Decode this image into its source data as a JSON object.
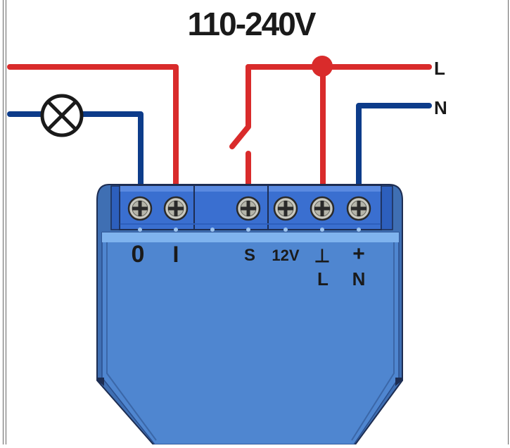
{
  "title": "110-240V",
  "line_labels": {
    "live": "L",
    "neutral": "N"
  },
  "terminal_labels": {
    "t0": "0",
    "t1": "I",
    "s": "S",
    "v12": "12V",
    "gnd_symbol": "⊥",
    "gnd_letter": "L",
    "plus_symbol": "+",
    "plus_letter": "N"
  },
  "colors": {
    "live_wire": "#d92b2b",
    "neutral_wire": "#0d3c8a",
    "device_body": "#4a7ec6",
    "device_front": "#4f86d0",
    "terminal_block": "#3a6fd0",
    "terminal_block_dark": "#2d5fbd",
    "screw": "#c9c9c0",
    "device_outline": "#1d2d52"
  },
  "icons": [
    "lamp-icon",
    "switch-icon",
    "junction-dot"
  ]
}
